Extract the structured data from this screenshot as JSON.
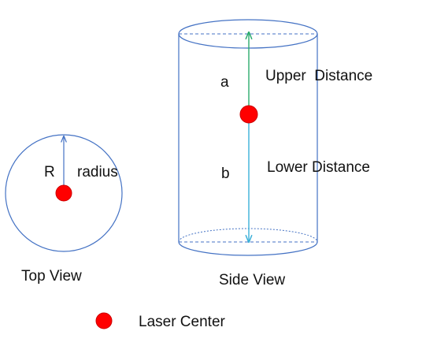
{
  "labels": {
    "a": "a",
    "b": "b",
    "upper_distance": "Upper  Distance",
    "lower_distance": "Lower Distance",
    "radius_symbol": "R",
    "radius_word": "radius",
    "top_view": "Top View",
    "side_view": "Side View",
    "legend_laser_center": "Laser Center"
  },
  "colors": {
    "outline": "#4472c4",
    "laser_dot": "#ff0000",
    "laser_dot_edge": "#cc0000",
    "upper_arrow": "#2aaa6c",
    "lower_arrow": "#3ab0d8",
    "radius_arrow": "#4472c4"
  },
  "icons": {
    "laser_marker": "red-circle-dot",
    "arrow": "double-headed-arrow"
  }
}
